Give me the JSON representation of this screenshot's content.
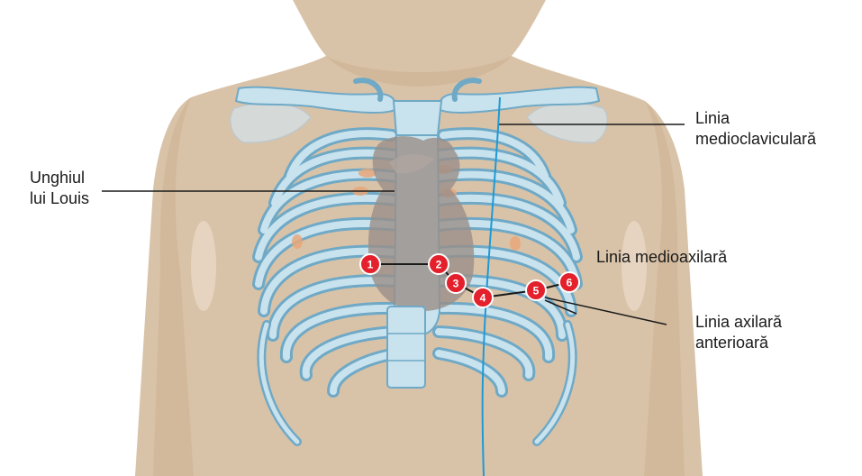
{
  "labels": {
    "midclavicular_line": [
      "Linia",
      "medioclaviculară"
    ],
    "angle_of_louis": [
      "Unghiul",
      "lui Louis"
    ],
    "midaxillary_line": [
      "Linia medioaxilară"
    ],
    "anterior_axillary_line": [
      "Linia axilară",
      "anterioară"
    ]
  },
  "electrodes": [
    "1",
    "2",
    "3",
    "4",
    "5",
    "6"
  ],
  "colors": {
    "skin": "#d9c3a8",
    "skin_shadow": "#c9ae8e",
    "bone_fill": "#c8e2ee",
    "bone_stroke": "#6fa9c6",
    "heart": "#9a8f88",
    "cartilage": "#e8a77a",
    "electrode": "#e3202b",
    "guide_line": "#1e9ad6",
    "leader_line": "#1a1a1a"
  }
}
